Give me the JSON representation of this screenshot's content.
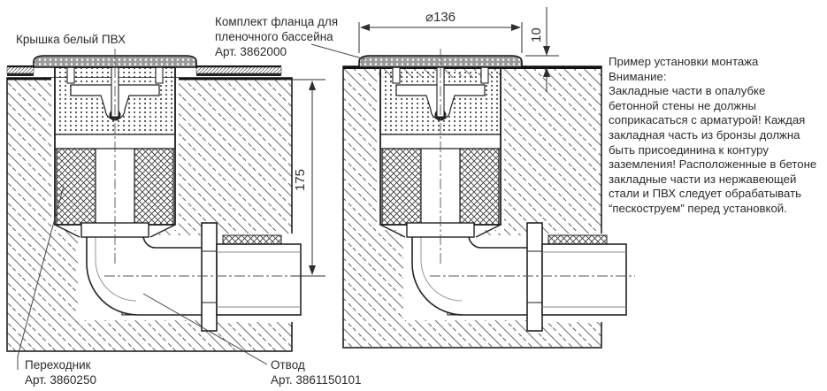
{
  "labels": {
    "cover": "Крышка белый ПВХ",
    "flange_kit": {
      "line1": "Комплект фланца для",
      "line2": "пленочного бассейна",
      "line3": "Арт. 3862000"
    },
    "adapter": {
      "name": "Переходник",
      "art": "Арт. 3860250"
    },
    "elbow": {
      "name": "Отвод",
      "art": "Арт. 3861150101"
    }
  },
  "dimensions": {
    "diameter": "⌀136",
    "flange_height": "10",
    "depth": "175"
  },
  "note": {
    "lines": [
      "Пример установки монтажа",
      "Внимание:",
      "Закладные части в опалубке",
      "бетонной стены не должны",
      "соприкасаться с арматурой! Каждая",
      "закладная часть из бронзы должна",
      "быть присоединина к контуру",
      "заземления! Расположенные в бетоне",
      "закладные части из нержавеющей",
      "стали и ПВХ следует обрабатывать",
      "“пескоструем” перед установкой."
    ]
  },
  "colors": {
    "line": "#2f2f2f",
    "text": "#2b2b2b"
  }
}
